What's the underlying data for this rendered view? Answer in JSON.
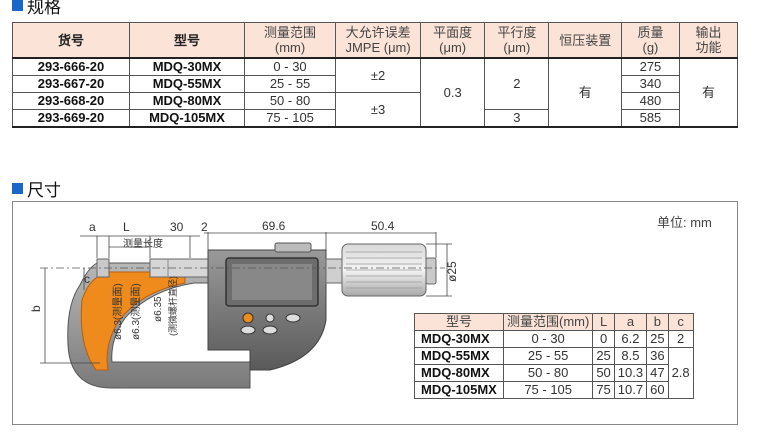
{
  "spec_section": {
    "title": "规格"
  },
  "spec_table": {
    "headers": {
      "code": "货号",
      "model": "型号",
      "range": "测量范围",
      "range_unit": "(mm)",
      "error": "大允许误差",
      "error_unit": "JMPE (μm)",
      "flatness": "平面度",
      "flatness_unit": "(μm)",
      "parallelism": "平行度",
      "parallelism_unit": "(μm)",
      "constant_pressure": "恒压装置",
      "mass": "质量",
      "mass_unit": "(g)",
      "output": "输出",
      "output2": "功能"
    },
    "rows": [
      {
        "code": "293-666-20",
        "model": "MDQ-30MX",
        "range": "0 - 30",
        "mass": "275"
      },
      {
        "code": "293-667-20",
        "model": "MDQ-55MX",
        "range": "25 - 55",
        "mass": "340"
      },
      {
        "code": "293-668-20",
        "model": "MDQ-80MX",
        "range": "50 - 80",
        "mass": "480"
      },
      {
        "code": "293-669-20",
        "model": "MDQ-105MX",
        "range": "75 - 105",
        "mass": "585"
      }
    ],
    "error_a": "±2",
    "error_b": "±3",
    "flatness": "0.3",
    "parallelism_a": "2",
    "parallelism_b": "3",
    "constant_pressure": "有",
    "output": "有"
  },
  "dim_section": {
    "title": "尺寸"
  },
  "unit_label": "单位: mm",
  "drawing": {
    "a": "a",
    "L": "L",
    "d30": "30",
    "d2": "2",
    "d69": "69.6",
    "d50": "50.4",
    "phi25": "ø25",
    "c": "c",
    "b": "b",
    "meas_len": "测量长度",
    "phi63a": "ø6.3(测量面)",
    "phi63b": "ø6.3(测量面)",
    "phi635": "ø6.35",
    "phi635_note": "(测微螺杆直径)"
  },
  "dim_table": {
    "headers": [
      "型号",
      "测量范围(mm)",
      "L",
      "a",
      "b",
      "c"
    ],
    "rows": [
      [
        "MDQ-30MX",
        "0 - 30",
        "0",
        "6.2",
        "25",
        "2"
      ],
      [
        "MDQ-55MX",
        "25 - 55",
        "25",
        "8.5",
        "36",
        ""
      ],
      [
        "MDQ-80MX",
        "50 - 80",
        "50",
        "10.3",
        "47",
        "2.8"
      ],
      [
        "MDQ-105MX",
        "75 - 105",
        "75",
        "10.7",
        "60",
        ""
      ]
    ]
  },
  "colors": {
    "accent": "#1a66c9",
    "header_bg": "#fbe3d8"
  }
}
